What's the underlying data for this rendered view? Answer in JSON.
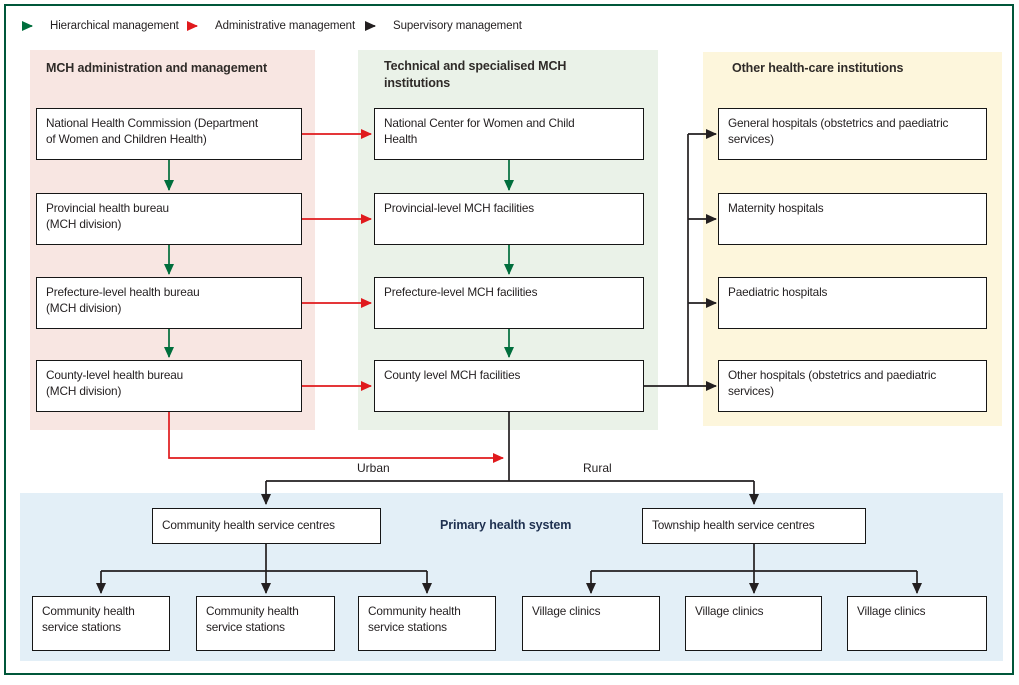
{
  "figure": {
    "legend": [
      {
        "id": "hierarchical",
        "label": "Hierarchical management",
        "color": "#006e3c",
        "icon": "green-right-arrow-icon"
      },
      {
        "id": "administrative",
        "label": "Administrative management",
        "color": "#e01a1d",
        "icon": "red-right-arrow-icon"
      },
      {
        "id": "supervisory",
        "label": "Supervisory management",
        "color": "#231f20",
        "icon": "black-right-arrow-icon"
      }
    ],
    "columns": [
      {
        "title": "MCH administration and management",
        "bg": "#f8e6e2",
        "boxes": [
          "National Health Commission (Department\nof Women and Children Health)",
          "Provincial health bureau\n(MCH division)",
          "Prefecture-level health bureau\n(MCH division)",
          "County-level health bureau\n(MCH division)"
        ]
      },
      {
        "title": "Technical and specialised MCH\ninstitutions",
        "bg": "#eaf2e8",
        "boxes": [
          "National Center for Women and Child\nHealth",
          "Provincial-level MCH facilities",
          "Prefecture-level MCH facilities",
          "County level MCH facilities"
        ]
      },
      {
        "title": "Other health-care institutions",
        "bg": "#fdf6dc",
        "boxes": [
          "General hospitals (obstetrics and paediatric\nservices)",
          "Maternity hospitals",
          "Paediatric hospitals",
          "Other hospitals (obstetrics and paediatric\nservices)"
        ]
      }
    ],
    "flow": {
      "urban_label": "Urban",
      "rural_label": "Rural"
    },
    "primary_system": {
      "title": "Primary health system",
      "bg": "#e3eff7",
      "urban_parent": "Community health service centres",
      "urban_children": [
        "Community health\nservice stations",
        "Community health\nservice stations",
        "Community health\nservice stations"
      ],
      "rural_parent": "Township health service centres",
      "rural_children": [
        "Village clinics",
        "Village clinics",
        "Village clinics"
      ]
    },
    "frame_color": "#00573a"
  }
}
